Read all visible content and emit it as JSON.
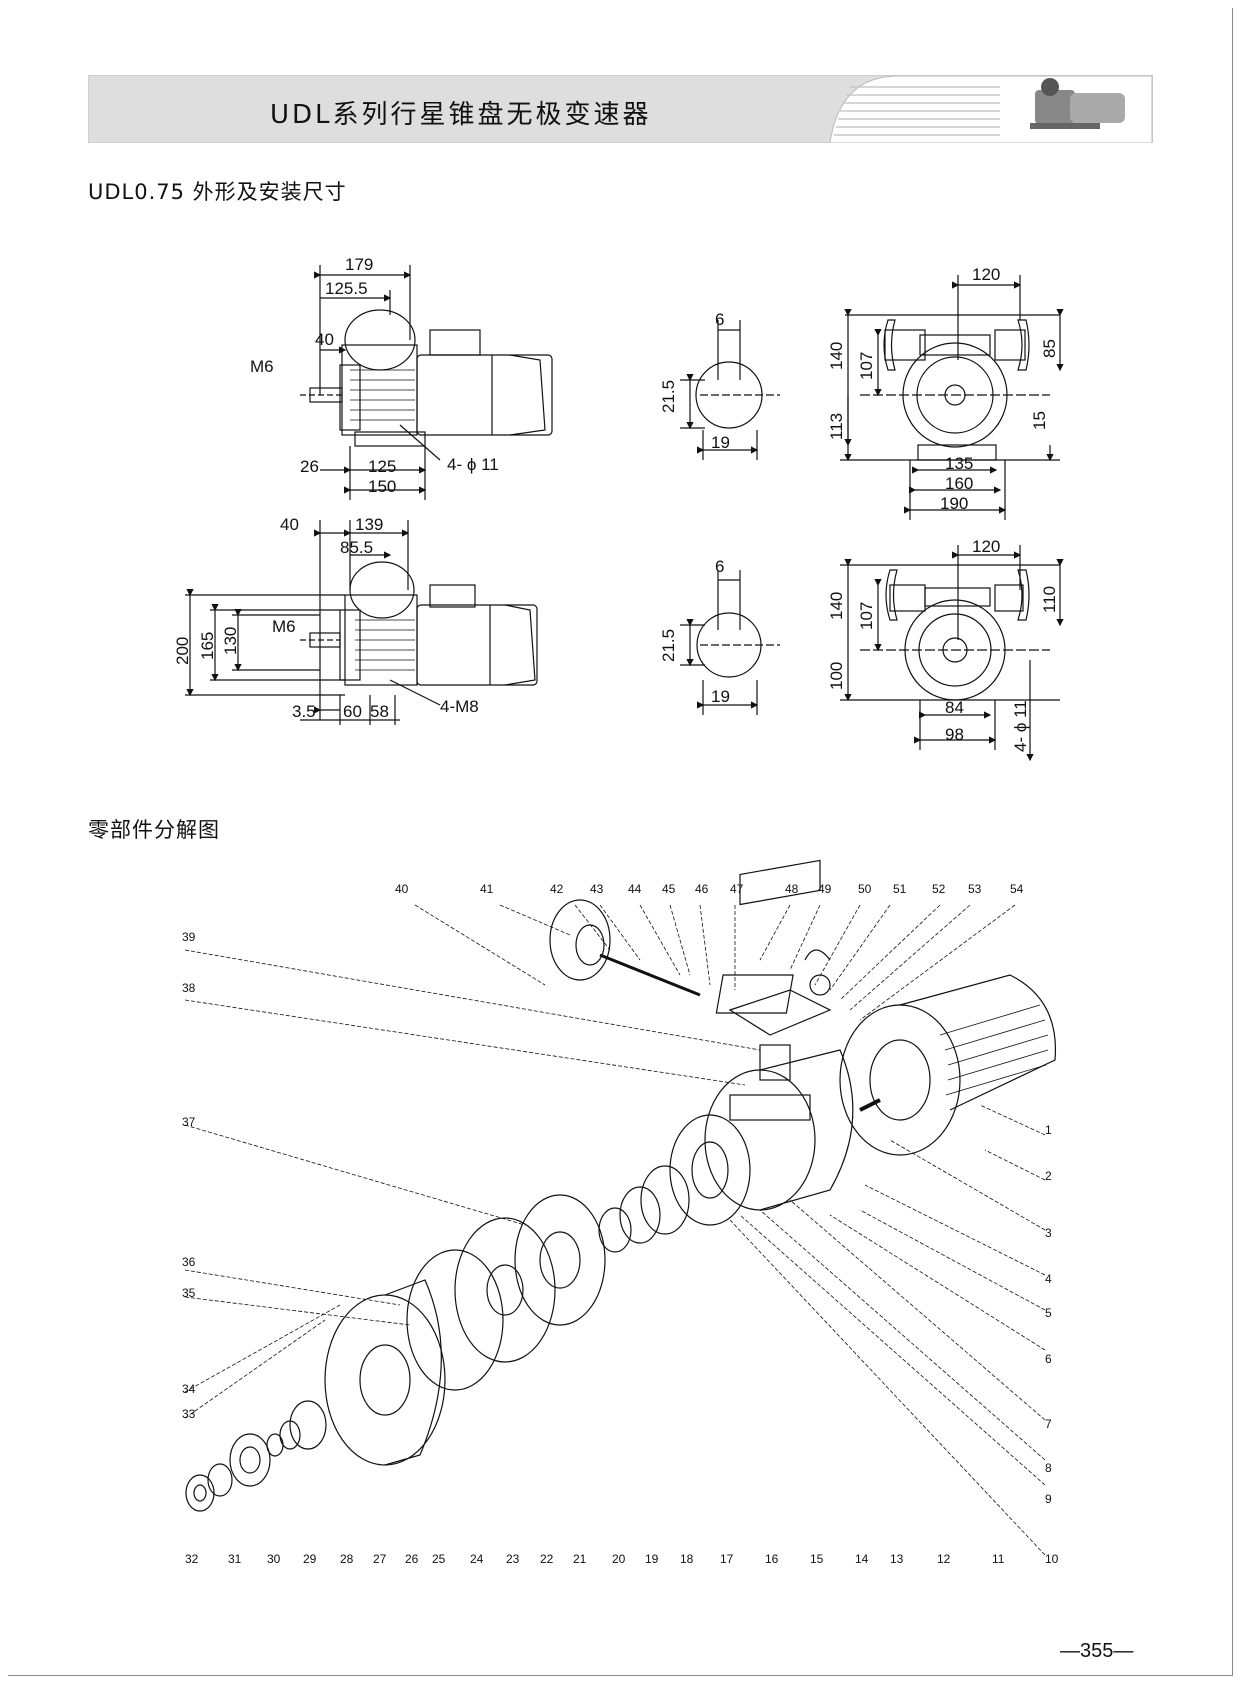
{
  "header": {
    "title": "UDL系列行星锥盘无极变速器"
  },
  "sections": {
    "dimensions_title": "UDL0.75 外形及安装尺寸",
    "exploded_title": "零部件分解图"
  },
  "dims_top_side": {
    "d179": "179",
    "d125_5": "125.5",
    "d40": "40",
    "m6": "M6",
    "d26": "26",
    "d125": "125",
    "d150": "150",
    "hole": "4- ϕ 11"
  },
  "dims_top_shaft": {
    "d6": "6",
    "d21_5": "21.5",
    "d19": "19"
  },
  "dims_top_front": {
    "d120": "120",
    "d140": "140",
    "d107": "107",
    "d85": "85",
    "d113": "113",
    "d15": "15",
    "d135": "135",
    "d160": "160",
    "d190": "190"
  },
  "dims_bot_side": {
    "d40": "40",
    "d139": "139",
    "d85_5": "85.5",
    "d200": "200",
    "d165": "165",
    "d130": "130",
    "m6": "M6",
    "d3_5": "3.5",
    "d60": "60",
    "d58": "58",
    "m8": "4-M8"
  },
  "dims_bot_shaft": {
    "d6": "6",
    "d21_5": "21.5",
    "d19": "19"
  },
  "dims_bot_front": {
    "d120": "120",
    "d140": "140",
    "d107": "107",
    "d110": "110",
    "d100": "100",
    "d84": "84",
    "d98": "98",
    "hole": "4- ϕ 11"
  },
  "parts_top": [
    "40",
    "41",
    "42",
    "43",
    "44",
    "45",
    "46",
    "47",
    "48",
    "49",
    "50",
    "51",
    "52",
    "53",
    "54"
  ],
  "parts_left": [
    "39",
    "38",
    "37",
    "36",
    "35",
    "34",
    "33"
  ],
  "parts_right": [
    "1",
    "2",
    "3",
    "4",
    "5",
    "6",
    "7",
    "8",
    "9",
    "10"
  ],
  "parts_bottom": [
    "32",
    "31",
    "30",
    "29",
    "28",
    "27",
    "26",
    "25",
    "24",
    "23",
    "22",
    "21",
    "20",
    "19",
    "18",
    "17",
    "16",
    "15",
    "14",
    "13",
    "12",
    "11"
  ],
  "page_number": "—355—"
}
